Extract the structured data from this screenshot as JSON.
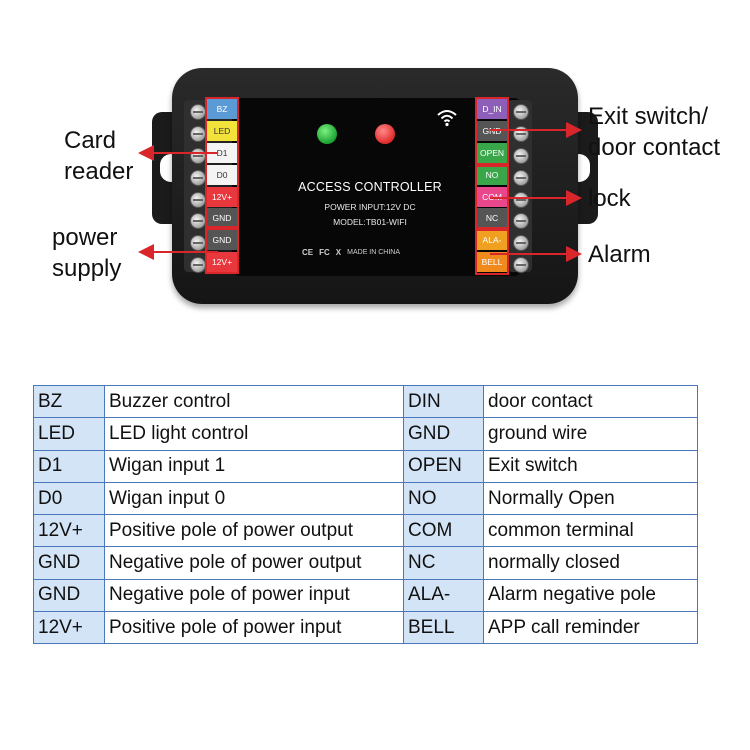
{
  "device": {
    "title": "ACCESS CONTROLLER",
    "power_input": "POWER INPUT:12V DC",
    "model": "MODEL:TB01-WIFI",
    "certs": [
      "CE",
      "FC",
      "X",
      "MADE IN CHINA"
    ],
    "left_terminals": [
      {
        "label": "BZ",
        "color": "#5b9bd5",
        "text_color": "#ffffff"
      },
      {
        "label": "LED",
        "color": "#f2e23a",
        "text_color": "#333333"
      },
      {
        "label": "D1",
        "color": "#f4f4f4",
        "text_color": "#333333"
      },
      {
        "label": "D0",
        "color": "#f4f4f4",
        "text_color": "#333333"
      },
      {
        "label": "12V+",
        "color": "#e8383d",
        "text_color": "#ffffff"
      },
      {
        "label": "GND",
        "color": "#555555",
        "text_color": "#ffffff"
      },
      {
        "label": "GND",
        "color": "#555555",
        "text_color": "#ffffff"
      },
      {
        "label": "12V+",
        "color": "#e8383d",
        "text_color": "#ffffff"
      }
    ],
    "right_terminals": [
      {
        "label": "D_IN",
        "color": "#8d5fb8",
        "text_color": "#ffffff"
      },
      {
        "label": "GND",
        "color": "#555555",
        "text_color": "#ffffff"
      },
      {
        "label": "OPEN",
        "color": "#3aa64a",
        "text_color": "#ffffff"
      },
      {
        "label": "NO",
        "color": "#3aa64a",
        "text_color": "#ffffff"
      },
      {
        "label": "COM",
        "color": "#e8478b",
        "text_color": "#ffffff"
      },
      {
        "label": "NC",
        "color": "#555555",
        "text_color": "#ffffff"
      },
      {
        "label": "ALA-",
        "color": "#f0a020",
        "text_color": "#ffffff"
      },
      {
        "label": "BELL",
        "color": "#f08a1c",
        "text_color": "#ffffff"
      }
    ]
  },
  "callouts": {
    "card_reader": [
      "Card",
      "reader"
    ],
    "power_supply": [
      "power",
      "supply"
    ],
    "exit_switch": [
      "Exit switch/",
      "door contact"
    ],
    "lock": "lock",
    "alarm": "Alarm"
  },
  "table": {
    "rows": [
      [
        "BZ",
        "Buzzer control",
        "DIN",
        "door contact"
      ],
      [
        "LED",
        "LED light control",
        "GND",
        "ground wire"
      ],
      [
        "D1",
        "Wigan input 1",
        "OPEN",
        "Exit switch"
      ],
      [
        "D0",
        "Wigan input 0",
        "NO",
        "Normally Open"
      ],
      [
        "12V+",
        "Positive pole of power output",
        "COM",
        "common terminal"
      ],
      [
        "GND",
        "Negative pole of power output",
        "NC",
        "normally closed"
      ],
      [
        "GND",
        "Negative pole of power input",
        "ALA-",
        "Alarm negative pole"
      ],
      [
        "12V+",
        "Positive pole of power input",
        "BELL",
        "APP call reminder"
      ]
    ]
  },
  "colors": {
    "accent_red": "#d9262a",
    "table_border": "#4a78b8",
    "table_header_fill": "#d4e4f7"
  }
}
